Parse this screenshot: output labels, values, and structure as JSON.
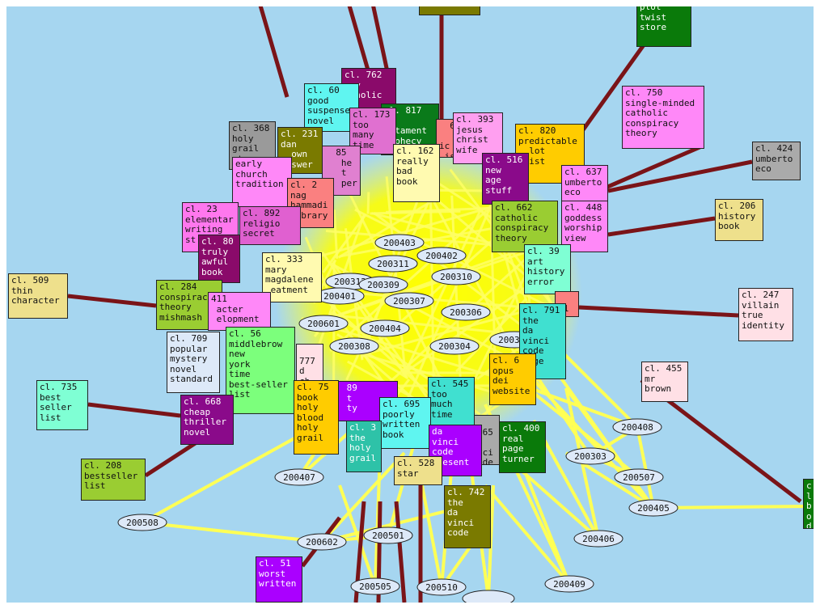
{
  "colors": {
    "background": "#a6d6f0",
    "center_glow": "#ffff00",
    "edge_date": "#ffff55",
    "edge_cluster": "#7a1418",
    "node_fill": "#dde9f8"
  },
  "date_nodes": [
    {
      "id": "d1",
      "label": "200403"
    },
    {
      "id": "d2",
      "label": "200402"
    },
    {
      "id": "d3",
      "label": "200311"
    },
    {
      "id": "d4",
      "label": "200310"
    },
    {
      "id": "d5",
      "label": "200312"
    },
    {
      "id": "d6",
      "label": "200309"
    },
    {
      "id": "d7",
      "label": "200401"
    },
    {
      "id": "d8",
      "label": "200307"
    },
    {
      "id": "d9",
      "label": "200306"
    },
    {
      "id": "d10",
      "label": "200601"
    },
    {
      "id": "d11",
      "label": "200404"
    },
    {
      "id": "d12",
      "label": "200308"
    },
    {
      "id": "d13",
      "label": "200304"
    },
    {
      "id": "d14",
      "label": "200305"
    },
    {
      "id": "d15",
      "label": "200408"
    },
    {
      "id": "d16",
      "label": "200303"
    },
    {
      "id": "d17",
      "label": "200507"
    },
    {
      "id": "d18",
      "label": "200405"
    },
    {
      "id": "d19",
      "label": "200406"
    },
    {
      "id": "d20",
      "label": "200407"
    },
    {
      "id": "d21",
      "label": "200508"
    },
    {
      "id": "d22",
      "label": "200602"
    },
    {
      "id": "d23",
      "label": "200501"
    },
    {
      "id": "d24",
      "label": "200505"
    },
    {
      "id": "d25",
      "label": "200510"
    },
    {
      "id": "d26",
      "label": "200409"
    },
    {
      "id": "d27",
      "label": ""
    }
  ],
  "clusters": [
    {
      "id": "c_top",
      "label": ""
    },
    {
      "id": "c_plot",
      "label": "plot\ntwist\nstore"
    },
    {
      "id": "c762",
      "label": "cl. 762\n  y\n tholic"
    },
    {
      "id": "c60",
      "label": "cl. 60\ngood\nsuspense\nnovel"
    },
    {
      "id": "c817",
      "label": "cl. 817\n d\n stament\n ophecy"
    },
    {
      "id": "c173",
      "label": "cl. 173\ntoo\nmany\ntime"
    },
    {
      "id": "c368",
      "label": "cl. 368\nholy\ngrail\nstory"
    },
    {
      "id": "c231",
      "label": "cl. 231\ndan\n  own\n  swer"
    },
    {
      "id": "c85",
      "label": "  85\n   he\n   t\n   per"
    },
    {
      "id": "c6",
      "label": "  6\n  ic\n is"
    },
    {
      "id": "c393",
      "label": "cl. 393\njesus\nchrist\nwife"
    },
    {
      "id": "c820",
      "label": "cl. 820\npredictable\n  lot\n  ist"
    },
    {
      "id": "c750",
      "label": "cl. 750\nsingle-minded\ncatholic\nconspiracy\ntheory"
    },
    {
      "id": "c424",
      "label": "cl. 424\numberto\neco"
    },
    {
      "id": "c162",
      "label": "cl. 162\nreally\nbad\nbook"
    },
    {
      "id": "c516",
      "label": "cl. 516\nnew\nage\nstuff"
    },
    {
      "id": "c637",
      "label": "cl. 637\numberto\neco"
    },
    {
      "id": "c_early",
      "label": "early\nchurch\ntradition"
    },
    {
      "id": "c2",
      "label": "cl. 2\nnag\nhammadi\nlibrary"
    },
    {
      "id": "c23",
      "label": "cl. 23\nelementar\nwriting\nst"
    },
    {
      "id": "c892",
      "label": "cl. 892\nreligio\nsecret"
    },
    {
      "id": "c662",
      "label": "cl. 662\ncatholic\nconspiracy\ntheory"
    },
    {
      "id": "c448",
      "label": "cl. 448\ngoddess\nworship\nview"
    },
    {
      "id": "c206",
      "label": "cl. 206\nhistory\nbook"
    },
    {
      "id": "c80",
      "label": "cl. 80\ntruly\nawful\nbook"
    },
    {
      "id": "c509",
      "label": "cl. 509\nthin\ncharacter"
    },
    {
      "id": "c333",
      "label": "cl. 333\nmary\nmagdalene\n eatment"
    },
    {
      "id": "c39",
      "label": "cl. 39\nart\nhistory\nerror"
    },
    {
      "id": "c247",
      "label": "cl. 247\nvillain\ntrue\nidentity"
    },
    {
      "id": "c284",
      "label": "cl. 284\nconspiracy\ntheory\nmishmash"
    },
    {
      "id": "c411",
      "label": "411\n acter\n elopment"
    },
    {
      "id": "c71",
      "label": "  71\n llain"
    },
    {
      "id": "c791",
      "label": "cl. 791\nthe\nda\nvinci\ncode\npage"
    },
    {
      "id": "c709",
      "label": "cl. 709\npopular\nmystery\nnovel\nstandard"
    },
    {
      "id": "c56",
      "label": "cl. 56\nmiddlebrow\nnew\nyork\ntime\nbest-seller\nlist"
    },
    {
      "id": "c777",
      "label": " 777\nd\nch\nd"
    },
    {
      "id": "c6b",
      "label": "cl. 6\nopus\ndei\nwebsite"
    },
    {
      "id": "c455",
      "label": "cl. 455\nmr\nbrown"
    },
    {
      "id": "c735",
      "label": "cl. 735\nbest\nseller\nlist"
    },
    {
      "id": "c668",
      "label": "cl. 668\ncheap\nthriller\nnovel"
    },
    {
      "id": "c75",
      "label": "cl. 75\nbook\nholy\nblood\nholy\ngrail"
    },
    {
      "id": "c89",
      "label": " 89\n t\n ty"
    },
    {
      "id": "c545",
      "label": "cl. 545\ntoo\nmuch\ntime"
    },
    {
      "id": "c695",
      "label": "cl. 695\npoorly\nwritten\nbook"
    },
    {
      "id": "c765",
      "label": "  765\n nci\n de"
    },
    {
      "id": "c400",
      "label": "cl. 400\nreal\npage\nturner"
    },
    {
      "id": "c3",
      "label": "cl. 3\nthe\nholy\ngrail"
    },
    {
      "id": "c_davinci",
      "label": "da\nvinci\ncode\npresent"
    },
    {
      "id": "c528",
      "label": "cl. 528\nstar"
    },
    {
      "id": "c208",
      "label": "cl. 208\nbestseller\nlist"
    },
    {
      "id": "c742",
      "label": "cl. 742\nthe\nda\nvinci\ncode"
    },
    {
      "id": "c_right",
      "label": "cl\nbo\nda\nbr"
    },
    {
      "id": "c51",
      "label": "cl. 51\nworst\nwritten"
    }
  ]
}
